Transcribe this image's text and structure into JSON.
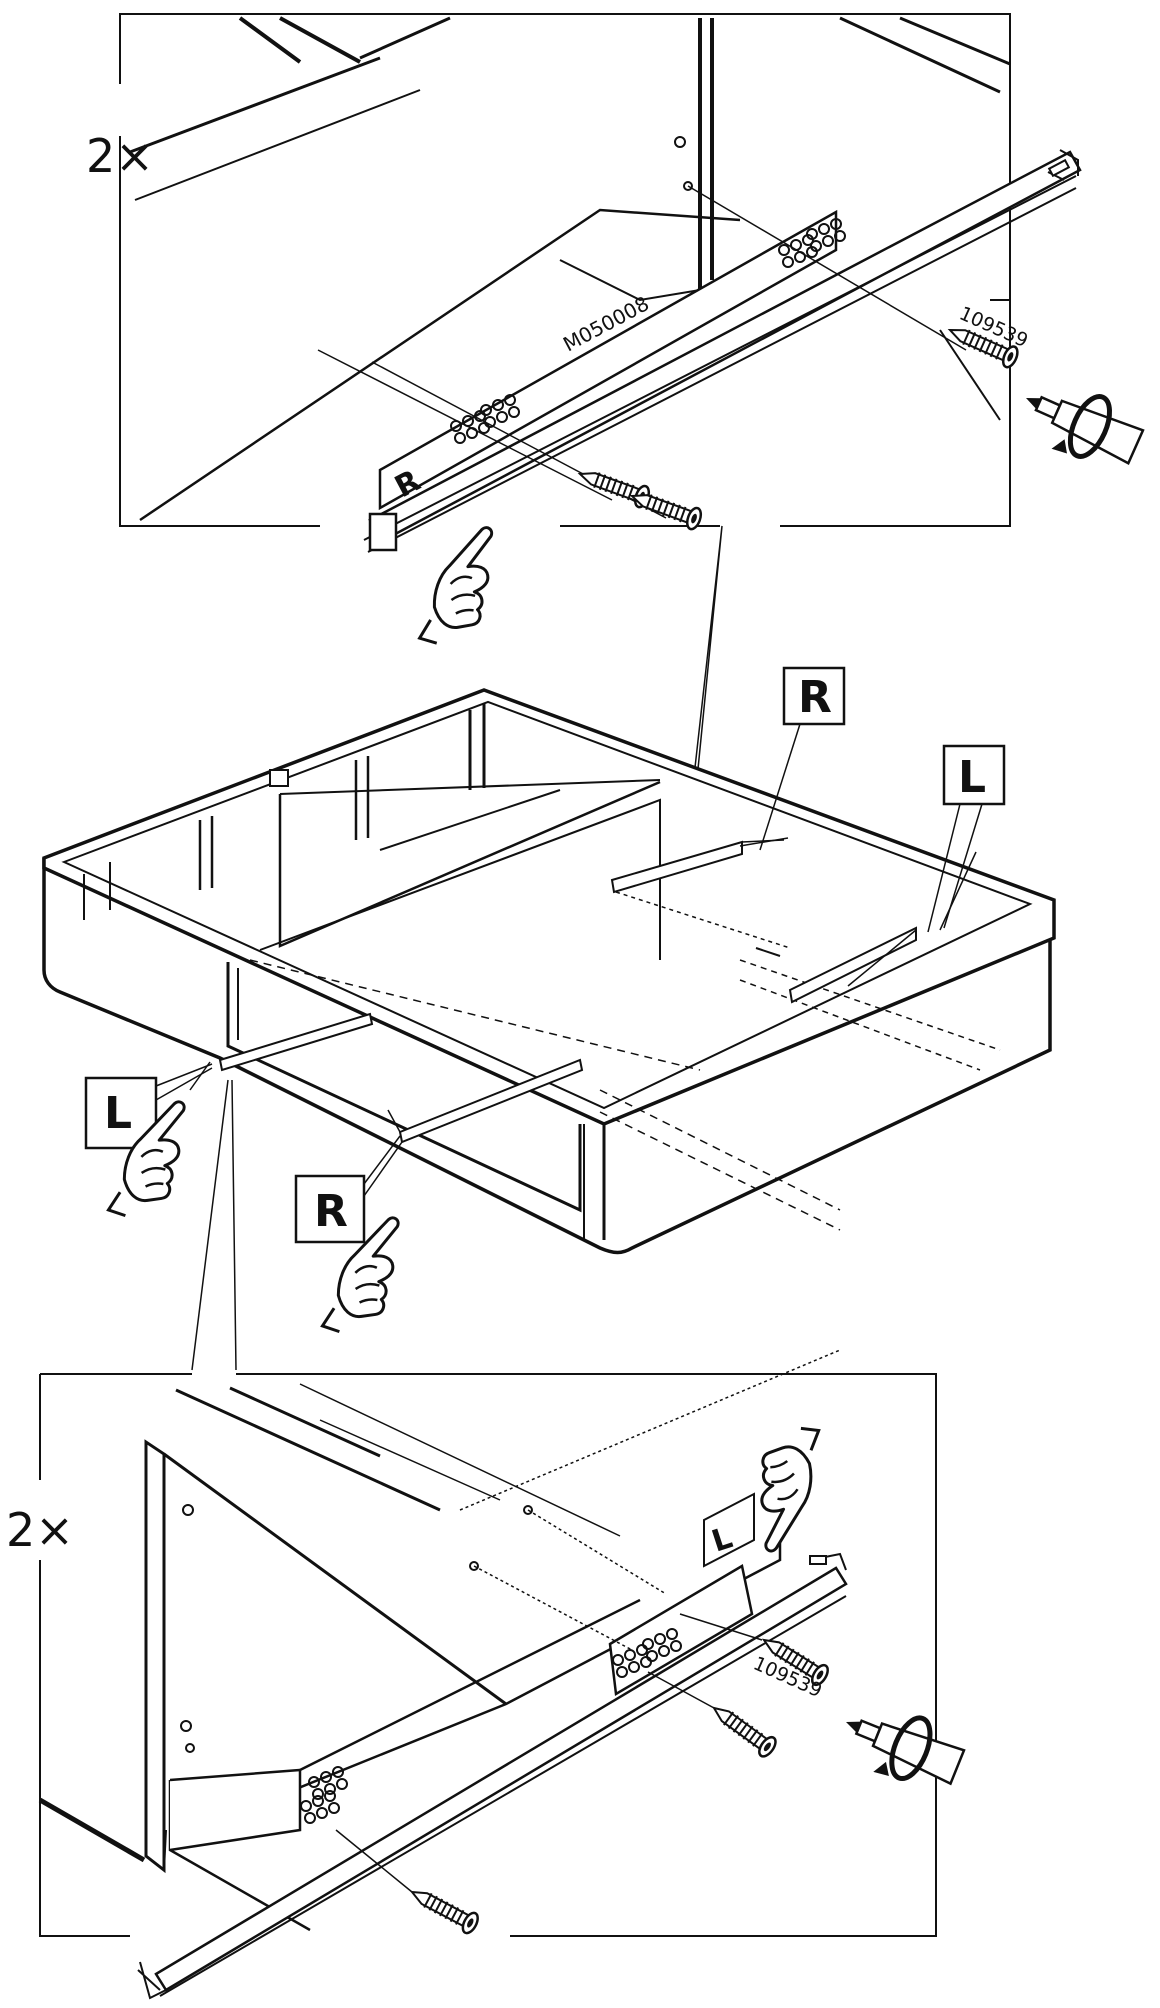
{
  "instruction_page": {
    "top_detail": {
      "quantity": "2×",
      "rail_code": "M050008",
      "screw_part_number": "109539",
      "rail_side_mark": "R"
    },
    "overview": {
      "labels": [
        "R",
        "L",
        "L",
        "R"
      ]
    },
    "bottom_detail": {
      "quantity": "2×",
      "screw_part_number": "109539",
      "rail_side_mark": "L"
    },
    "colors": {
      "ink": "#111111",
      "paper": "#ffffff"
    },
    "icons": [
      "pointing-hand-icon",
      "screwdriver-rotate-icon",
      "screw-icon"
    ]
  }
}
